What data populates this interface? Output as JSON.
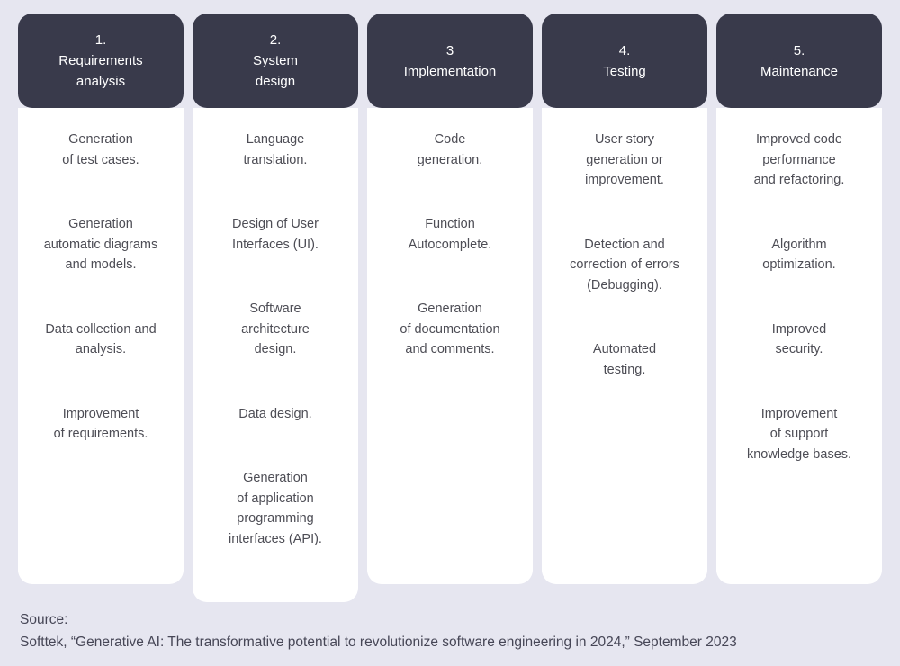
{
  "theme": {
    "background": "#e6e6f0",
    "header_bg": "#393a4b",
    "header_text": "#ffffff",
    "card_bg": "#ffffff",
    "body_text": "#4d4d55",
    "footer_text": "#464656"
  },
  "columns": [
    {
      "number": "1.",
      "title": "Requirements\nanalysis",
      "items": [
        "Generation\nof test cases.",
        "Generation\nautomatic diagrams\nand models.",
        "Data collection and\nanalysis.",
        "Improvement\nof requirements."
      ]
    },
    {
      "number": "2.",
      "title": "System\ndesign",
      "items": [
        "Language\ntranslation.",
        "Design of User\nInterfaces (UI).",
        "Software\narchitecture\ndesign.",
        "Data design.",
        "Generation\nof application\nprogramming\ninterfaces (API)."
      ]
    },
    {
      "number": "3",
      "title": "Implementation",
      "items": [
        "Code\ngeneration.",
        "Function\nAutocomplete.",
        "Generation\nof documentation\nand comments."
      ]
    },
    {
      "number": "4.",
      "title": "Testing",
      "items": [
        "User story\ngeneration or\nimprovement.",
        "Detection and\ncorrection of errors\n(Debugging).",
        "Automated\ntesting."
      ]
    },
    {
      "number": "5.",
      "title": "Maintenance",
      "items": [
        "Improved code\nperformance\nand refactoring.",
        "Algorithm\noptimization.",
        "Improved\nsecurity.",
        "Improvement\nof support\nknowledge bases."
      ]
    }
  ],
  "footer": {
    "label": "Source:",
    "text": "Softtek, “Generative AI: The transformative potential to revolutionize software engineering in 2024,” September 2023"
  }
}
